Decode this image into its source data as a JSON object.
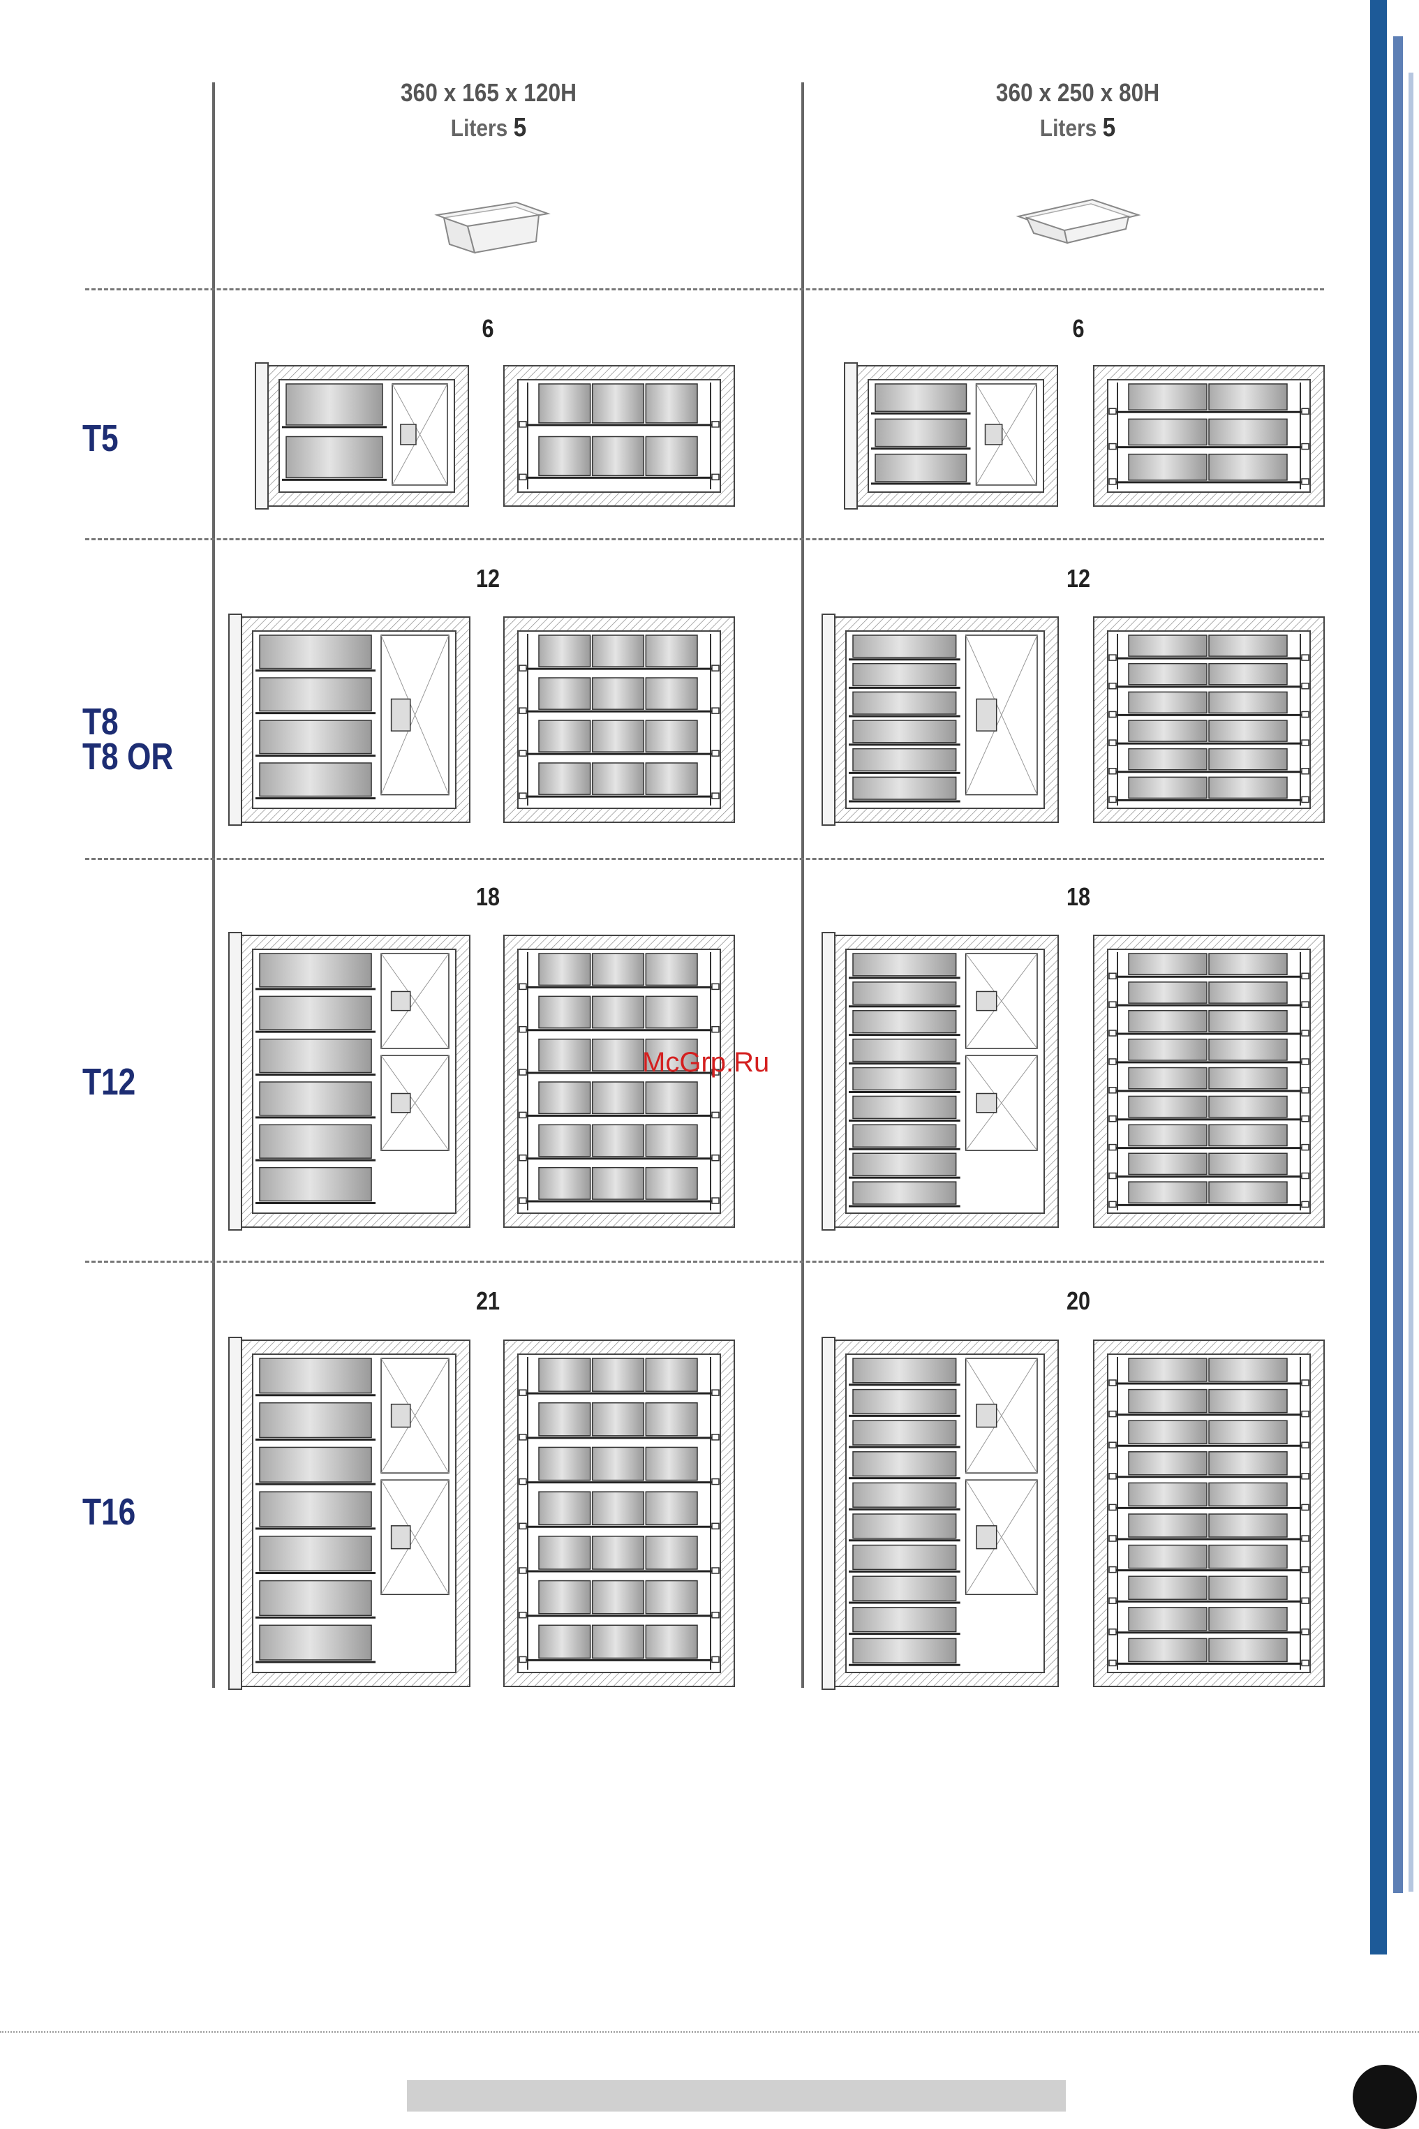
{
  "columns": [
    {
      "dims": "360 x 165 x 120H",
      "liters_label": "Liters",
      "liters_value": "5",
      "pan_icon": "tall-gastronorm-pan-icon"
    },
    {
      "dims": "360 x 250 x 80H",
      "liters_label": "Liters",
      "liters_value": "5",
      "pan_icon": "shallow-gastronorm-pan-icon"
    }
  ],
  "rows": [
    {
      "models": [
        "T5"
      ],
      "counts": [
        "6",
        "6"
      ]
    },
    {
      "models": [
        "T8",
        "T8 OR"
      ],
      "counts": [
        "12",
        "12"
      ]
    },
    {
      "models": [
        "T12"
      ],
      "counts": [
        "18",
        "18"
      ]
    },
    {
      "models": [
        "T16"
      ],
      "counts": [
        "21",
        "20"
      ]
    }
  ],
  "watermark": "McGrp.Ru",
  "colors": {
    "accent_blue": "#1d5a98",
    "model_text": "#1d2d73",
    "page_badge": "#111111"
  }
}
